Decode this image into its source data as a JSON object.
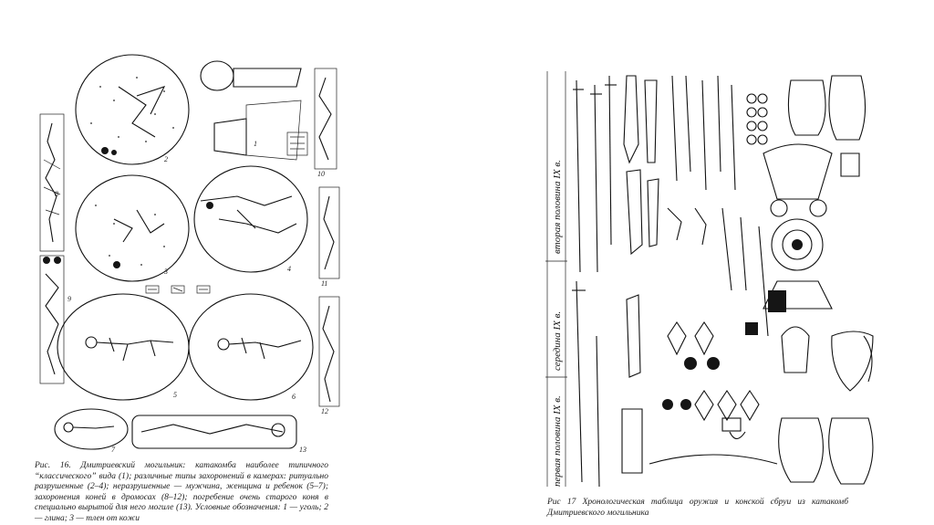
{
  "left_figure": {
    "caption": "Рис. 16. Дмитриевский могильник: катакомба наиболее типичного “классического” вида (1); различные типы захоронений в камерах: ритуально разрушенные (2–4); неразрушенные — мужчина, женщина и ребенок (5–7); захоронения коней в дромосах (8–12); погребение очень старого коня в специально вырытой для него могиле (13). Условные обозначения: 1 — уголь; 2 — глина; 3 — тлен от кожи",
    "panel_labels": [
      "1",
      "2",
      "3",
      "4",
      "5",
      "6",
      "7",
      "8",
      "9",
      "10",
      "11",
      "12",
      "13"
    ]
  },
  "right_figure": {
    "caption": "Рис 17 Хронологическая таблица оружия и конской сбруи из катакомб Дмитриевского могильника",
    "period_labels": [
      "вторая половина IX в.",
      "середина IX в.",
      "первая половина IX в."
    ]
  }
}
